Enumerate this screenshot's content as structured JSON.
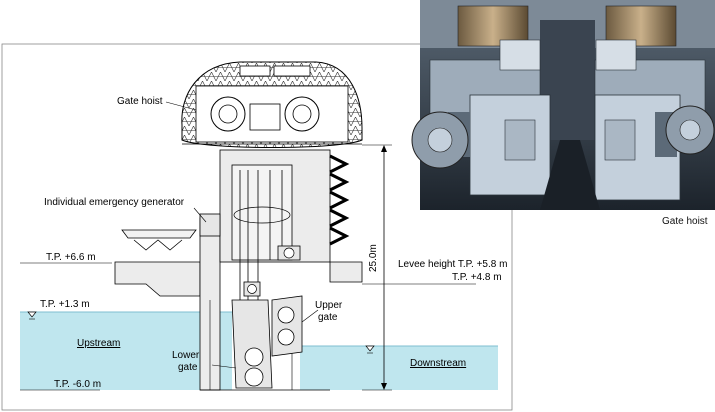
{
  "labels": {
    "gate_hoist": "Gate hoist",
    "emergency_generator": "Individual emergency generator",
    "tp_66": "T.P. +6.6 m",
    "tp_13": "T.P. +1.3 m",
    "tp_m60": "T.P. -6.0 m",
    "upstream": "Upstream",
    "downstream": "Downstream",
    "upper_gate_1": "Upper",
    "upper_gate_2": "gate",
    "lower_gate_1": "Lower",
    "lower_gate_2": "gate",
    "height": "25.0m",
    "levee_height": "Levee height T.P. +5.8 m",
    "tp_48": "T.P. +4.8 m"
  },
  "photo": {
    "caption": "Gate hoist"
  },
  "colors": {
    "water": "#bfe6ee",
    "water_edge": "#7fbfd0",
    "concrete": "#ececec",
    "photo_dark": "#2c3540",
    "machine": "#b9c6d3"
  }
}
